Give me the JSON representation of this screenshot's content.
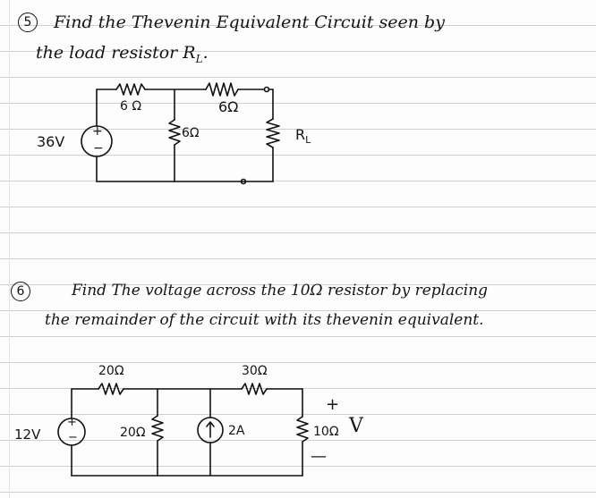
{
  "problem5": {
    "number": "5",
    "line1": "Find the Thevenin Equivalent Circuit seen by",
    "line2": "the load resistor R",
    "line2_sub": "L",
    "line2_end": ".",
    "circuit": {
      "r_series": "6 Ω",
      "r_top": "6Ω",
      "r_mid": "6Ω",
      "r_load": "R",
      "r_load_sub": "L",
      "source": "36V",
      "plus": "+",
      "minus": "−"
    }
  },
  "problem6": {
    "number": "6",
    "line1": "Find The voltage across the 10Ω resistor by replacing",
    "line2": "the remainder of the circuit with its thevenin equivalent.",
    "circuit": {
      "r_left": "20Ω",
      "r_right": "30Ω",
      "r_shunt1": "20Ω",
      "current_source": "2A",
      "r_load": "10Ω",
      "source": "12V",
      "plus": "+",
      "minus": "−",
      "v_plus": "+",
      "v_minus": "—",
      "v_label": "V"
    }
  }
}
